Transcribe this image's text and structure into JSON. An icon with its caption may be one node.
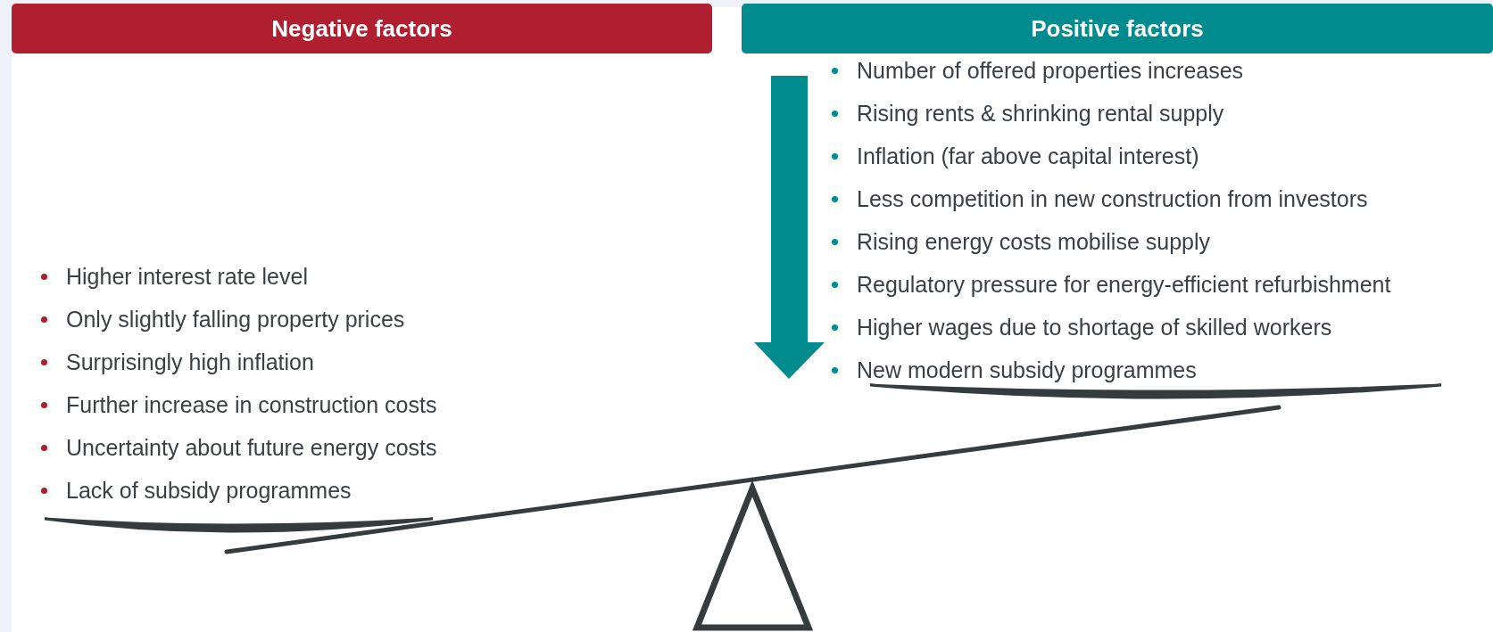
{
  "diagram": {
    "nodes": [
      {
        "text": [
          "Negative factors"
        ]
      },
      {
        "text": [
          "Positive factors"
        ]
      }
    ],
    "labels": [
      "Higher interest rate level",
      "Only slightly falling property prices",
      "Surprisingly high inflation",
      "Further increase in construction costs",
      "Uncertainty about future energy costs",
      "Lack of subsidy programmes",
      "Number of offered properties increases",
      "Rising rents & shrinking rental supply",
      "Inflation (far above capital interest)",
      "Less competition in new construction from investors",
      "Rising energy costs mobilise supply",
      "Regulatory pressure for energy-efficient refurbishment",
      "Higher wages due to shortage of skilled workers",
      "New modern subsidy programmes"
    ]
  }
}
